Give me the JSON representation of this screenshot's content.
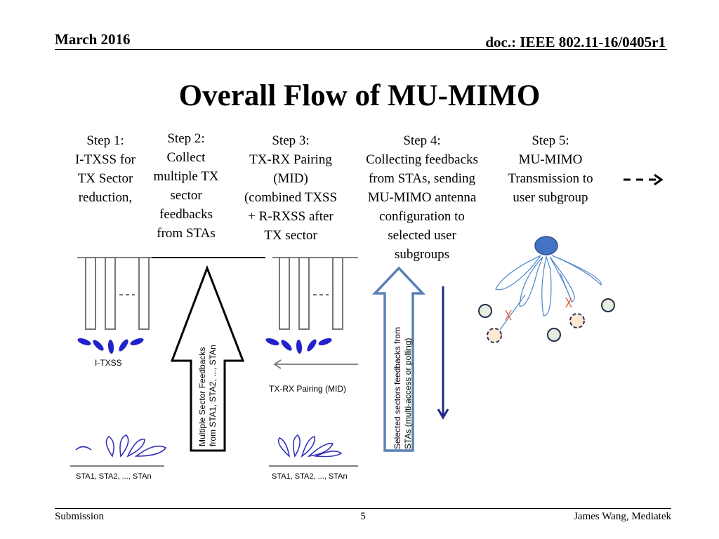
{
  "header": {
    "date": "March 2016",
    "doc": "doc.: IEEE 802.11-16/0405r1"
  },
  "title": "Overall Flow of MU-MIMO",
  "steps": [
    {
      "lines": [
        "Step 1:",
        "I-TXSS for",
        "TX Sector",
        "reduction,"
      ]
    },
    {
      "lines": [
        "Step 2:",
        "Collect",
        "multiple TX",
        "sector",
        "feedbacks",
        "from STAs"
      ]
    },
    {
      "lines": [
        "Step 3:",
        "TX-RX Pairing",
        "(MID)",
        "(combined TXSS",
        "+ R-RXSS after",
        "TX sector"
      ]
    },
    {
      "lines": [
        "Step 4:",
        "Collecting feedbacks",
        "from STAs, sending",
        "MU-MIMO antenna",
        "configuration to",
        "selected user",
        "subgroups"
      ]
    },
    {
      "lines": [
        "Step 5:",
        "MU-MIMO",
        "Transmission to",
        "user subgroup"
      ]
    }
  ],
  "diagram": {
    "itxss_label": "I-TXSS",
    "sta_label_1": "STA1, STA2, ..., STAn",
    "sta_label_3": "STA1, STA2, ..., STAn",
    "feedback_arrow_line1": "Multiple Sector Feedbacks",
    "feedback_arrow_line2": "from STA1, STA2, ..., STAn",
    "pairing_label": "TX-RX Pairing (MID)",
    "selected_arrow_line1": "Selected sectors feedbacks from",
    "selected_arrow_line2": "STAs (multi-access or  polling)"
  },
  "footer": {
    "left": "Submission",
    "page": "5",
    "right": "James Wang, Mediatek"
  },
  "colors": {
    "beam": "#2222cc",
    "arrow_blue": "#5b80b8",
    "down_arrow": "#1f2a8a",
    "sta_fill": "#e4efe0",
    "sta_dashed_fill": "#fbe9d4"
  }
}
